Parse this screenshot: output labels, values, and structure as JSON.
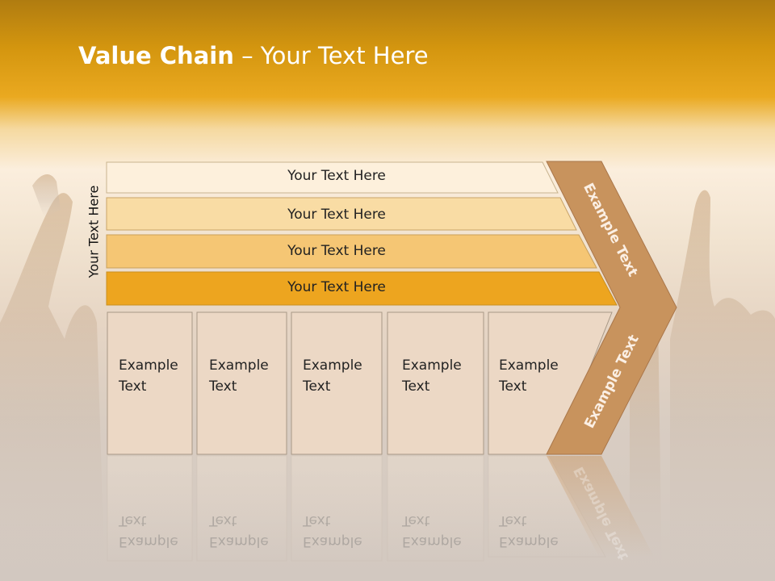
{
  "slide": {
    "title_bold": "Value Chain",
    "title_rest": " – Your Text Here",
    "side_label": "Your Text Here"
  },
  "bands": [
    {
      "label": "Your Text Here",
      "color": "#fdf0dc"
    },
    {
      "label": "Your Text Here",
      "color": "#f9dca4"
    },
    {
      "label": "Your Text Here",
      "color": "#f5c674"
    },
    {
      "label": "Your Text Here",
      "color": "#eda51f"
    }
  ],
  "cards": [
    {
      "line1": "Example",
      "line2": "Text"
    },
    {
      "line1": "Example",
      "line2": "Text"
    },
    {
      "line1": "Example",
      "line2": "Text"
    },
    {
      "line1": "Example",
      "line2": "Text"
    },
    {
      "line1": "Example",
      "line2": "Text"
    }
  ],
  "chevron": {
    "top_label": "Example Text",
    "bottom_label": "Example Text",
    "color": "#c8935d"
  },
  "colors": {
    "card_fill": "#ecd8c5",
    "card_border": "#a89886"
  }
}
